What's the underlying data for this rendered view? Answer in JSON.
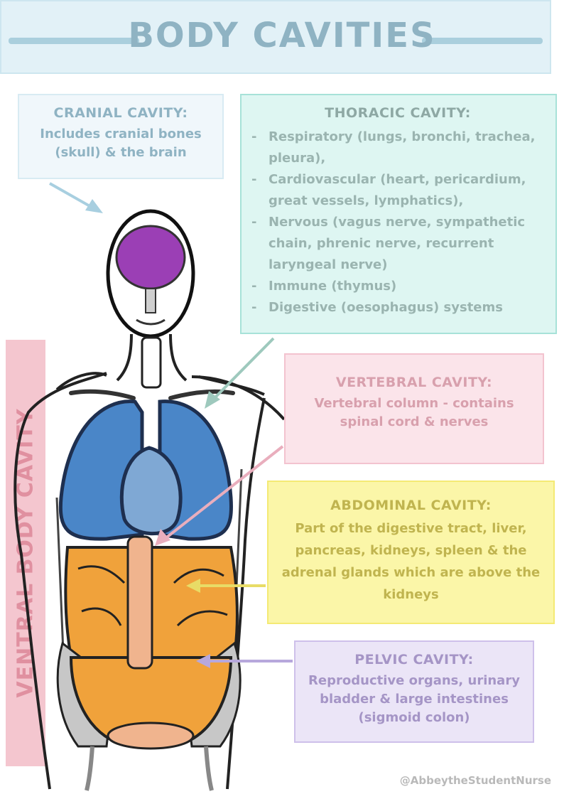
{
  "title": "BODY CAVITIES",
  "cranial": {
    "heading": "CRANIAL CAVITY:",
    "text": "Includes cranial bones (skull) & the brain"
  },
  "thoracic": {
    "heading": "THORACIC CAVITY:",
    "items": [
      "Respiratory (lungs, bronchi, trachea, pleura),",
      "Cardiovascular (heart, pericardium, great vessels, lymphatics),",
      "Nervous (vagus nerve, sympathetic chain, phrenic nerve, recurrent laryngeal nerve)",
      "Immune (thymus)",
      "Digestive (oesophagus) systems"
    ]
  },
  "vertebral": {
    "heading": "VERTEBRAL CAVITY:",
    "text": "Vertebral column - contains spinal cord & nerves"
  },
  "abdominal": {
    "heading": "ABDOMINAL CAVITY:",
    "text": "Part of the digestive tract, liver, pancreas, kidneys, spleen & the adrenal glands which are above the kidneys"
  },
  "pelvic": {
    "heading": "PELVIC CAVITY:",
    "text": "Reproductive organs, urinary bladder & large intestines (sigmoid colon)"
  },
  "ventral_label": "VENTRAL BODY CAVITY",
  "watermark": "@AbbeytheStudentNurse",
  "colors": {
    "title": "#8fb3c3",
    "cranial": "#8fb3c3",
    "thoracic": "#a7e2d8",
    "vertebral": "#f3c3cf",
    "abdominal": "#f4ea74",
    "pelvic": "#cec0ea",
    "brain": "#9b3fb5",
    "lungs": "#4a86c8",
    "heart": "#7fa8d4",
    "abdomen": "#f0a23b",
    "spine": "#f0b48e",
    "pelvis_bone": "#c7c7c7"
  }
}
